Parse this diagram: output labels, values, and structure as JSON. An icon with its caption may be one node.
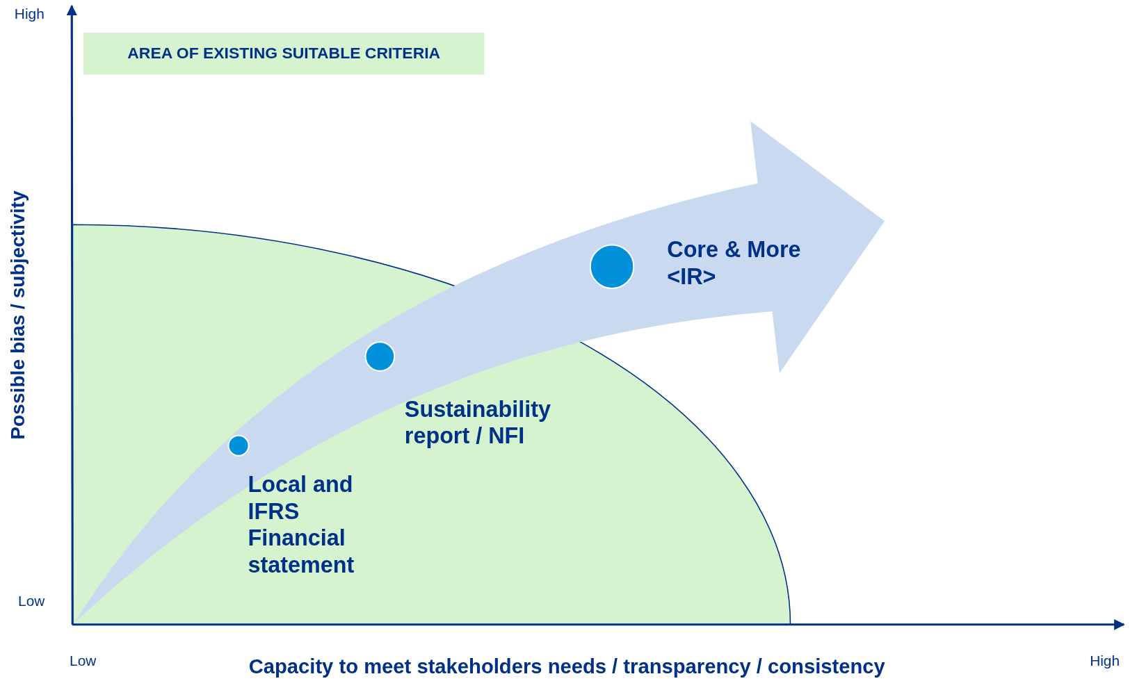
{
  "diagram": {
    "nodes": [
      {
        "text": [
          "AREA OF EXISTING SUITABLE CRITERIA"
        ]
      },
      {
        "text": [],
        "shape": "circle",
        "beside": [
          "Local and IFRS Financial statement"
        ]
      },
      {
        "text": [],
        "shape": "circle",
        "beside": [
          "Sustainability report / NFI"
        ]
      },
      {
        "text": [],
        "shape": "circle",
        "beside": [
          "Core & More <IR>"
        ]
      }
    ],
    "labels": [
      "High",
      "Possible bias / subjectivity",
      "Low",
      "Low",
      "Capacity to meet stakeholders needs / transparency / consistency",
      "High"
    ]
  }
}
